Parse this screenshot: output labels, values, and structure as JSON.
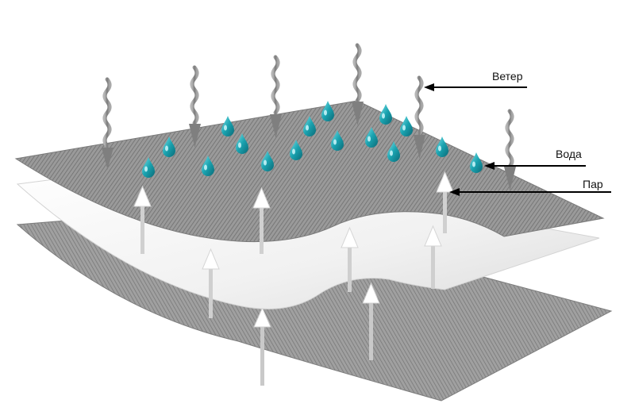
{
  "labels": {
    "wind": "Ветер",
    "water": "Вода",
    "vapor": "Пар"
  },
  "colors": {
    "fabric": "#8a8a8a",
    "membrane": "#f2f2f2",
    "drop": "#1aa3b0",
    "wind_arrow": "#8c8c8c",
    "vapor_arrow": "#ffffff",
    "callout_line": "#000000"
  },
  "icons": {
    "wind": "wavy-arrow-down-icon",
    "water": "water-drop-icon",
    "vapor": "arrow-up-icon"
  }
}
